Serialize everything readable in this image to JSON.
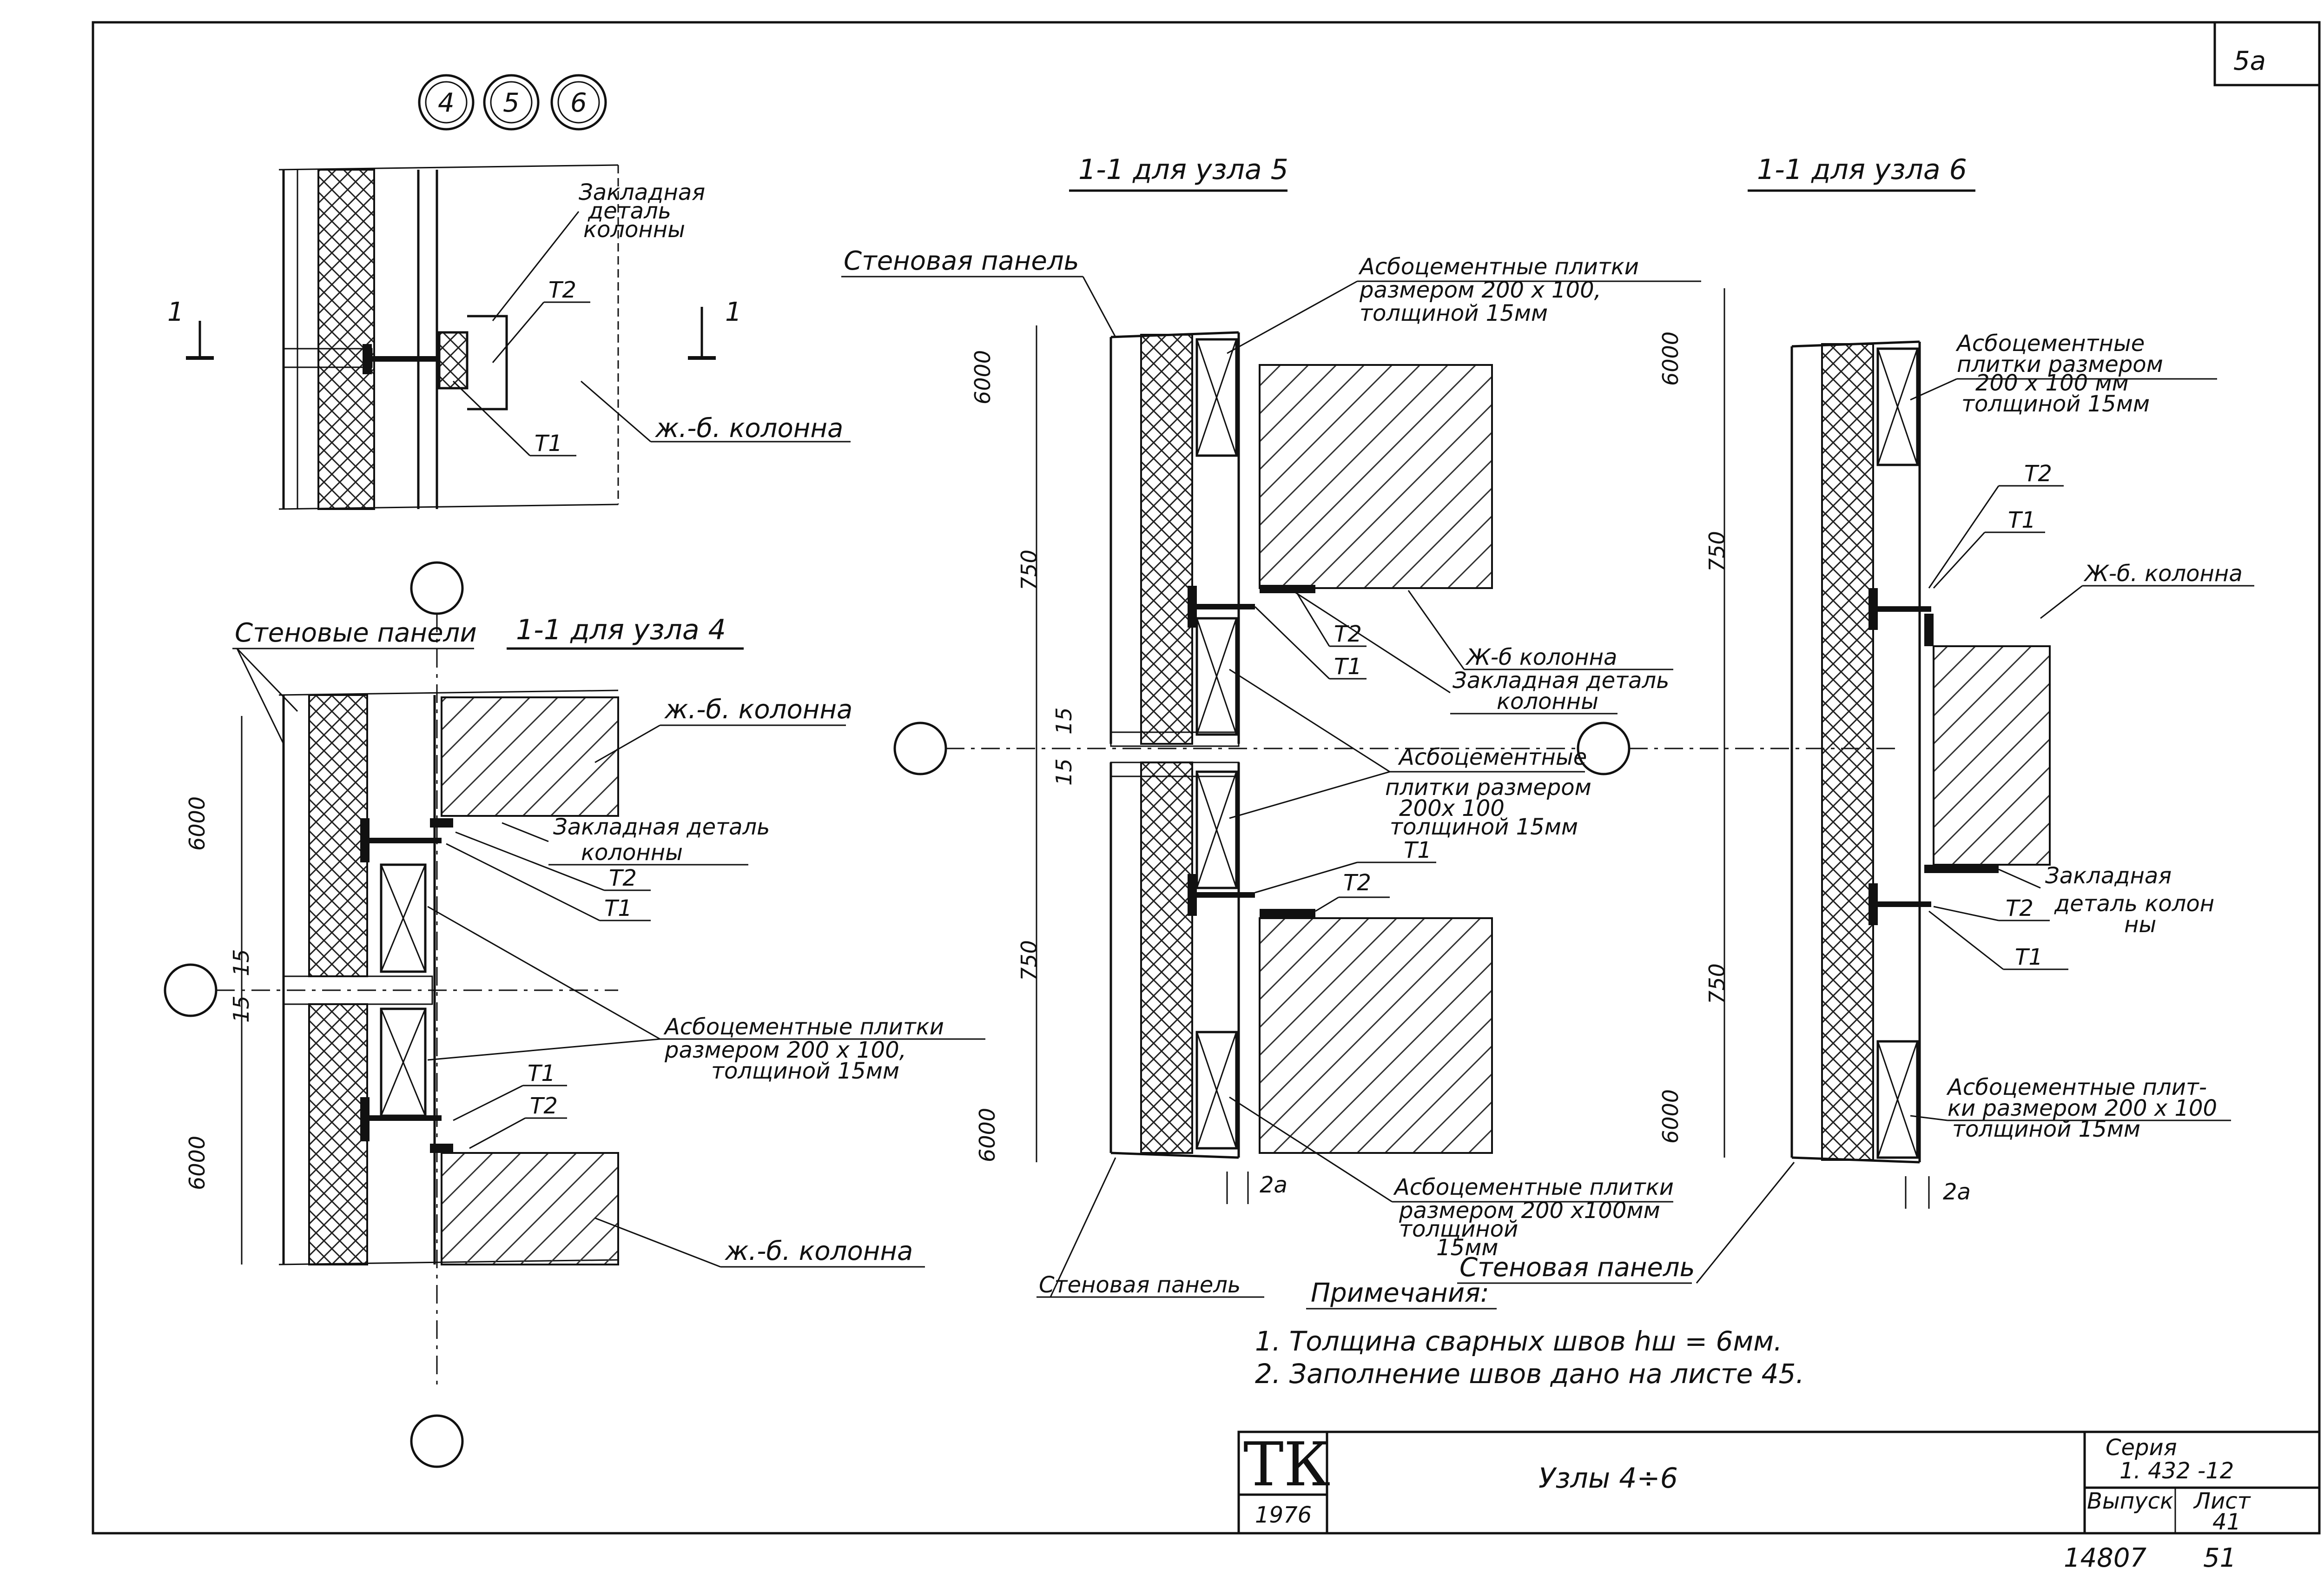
{
  "sheet": {
    "sheet_label": "5а",
    "stamp": "ТК",
    "stamp_year": "1976",
    "title_block": "Узлы   4÷6",
    "series_label": "Серия",
    "series_value": "1. 432 -12",
    "issue_label": "Выпуск",
    "sheet_word": "Лист",
    "sheet_number": "41",
    "bottom_number": "14807",
    "bottom_page": "51"
  },
  "node_markers": [
    "4",
    "5",
    "6"
  ],
  "detail_top": {
    "section_mark": "1",
    "embedded_part_label_1": "Закладная",
    "embedded_part_label_2": "деталь",
    "embedded_part_label_3": "колонны",
    "t2": "Т2",
    "t1": "Т1",
    "column_label": "ж.-б. колонна"
  },
  "detail_node4": {
    "title": "1-1 для узла 4",
    "wall_panels_label": "Стеновые панели",
    "column_top_label": "ж.-б. колонна",
    "embedded_label_1": "Закладная деталь",
    "embedded_label_2": "колонны",
    "t2_upper": "Т2",
    "t1_upper": "Т1",
    "tiles_label_1": "Асбоцементные плитки",
    "tiles_label_2": "размером  200 x 100,",
    "tiles_label_3": "толщиной 15мм",
    "t1_lower": "Т1",
    "t2_lower": "Т2",
    "column_bottom_label": "ж.-б. колонна",
    "dims": [
      "6000",
      "15",
      "15",
      "6000"
    ]
  },
  "detail_node5": {
    "title": "1-1 для узла 5",
    "wall_panel_top": "Стеновая панель",
    "tiles_top_1": "Асбоцементные плитки",
    "tiles_top_2": "размером  200 x 100,",
    "tiles_top_3": "толщиной 15мм",
    "t2_upper": "Т2",
    "t1_upper": "Т1",
    "column_label": "Ж-б колонна",
    "embedded_label_1": "Закладная деталь",
    "embedded_label_2": "колонны",
    "tiles_mid_1": "Асбоцементные",
    "tiles_mid_2": "плитки размером",
    "tiles_mid_3": "200x 100",
    "tiles_mid_4": "толщиной 15мм",
    "t1_lower": "Т1",
    "t2_lower": "Т2",
    "tiles_bot_1": "Асбоцементные плитки",
    "tiles_bot_2": "размером  200 x100мм",
    "tiles_bot_3": "толщиной",
    "tiles_bot_4": "15мм",
    "wall_panel_bottom_right": "Стеновая панель",
    "wall_panel_bottom_left": "Стеновая панель",
    "gap": "2а",
    "dims": [
      "6000",
      "750",
      "15",
      "15",
      "750",
      "6000"
    ]
  },
  "detail_node6": {
    "title": "1-1 для узла 6",
    "tiles_top_1": "Асбоцементные",
    "tiles_top_2": "плитки размером",
    "tiles_top_3": "200 x 100 мм",
    "tiles_top_4": "толщиной  15мм",
    "t2_upper": "Т2",
    "t1_upper": "Т1",
    "column_label": "Ж-б. колонна",
    "embedded_label_1": "Закладная",
    "embedded_label_2": "деталь колон",
    "embedded_label_3": "ны",
    "t2_lower": "Т2",
    "t1_lower": "Т1",
    "tiles_bot_1": "Асбоцементные плит-",
    "tiles_bot_2": "ки размером 200 x 100",
    "tiles_bot_3": "толщиной  15мм",
    "gap": "2а",
    "dims": [
      "6000",
      "750",
      "750",
      "6000"
    ]
  },
  "notes": {
    "heading": "Примечания:",
    "items": [
      "1. Толщина сварных швов  hш = 6мм.",
      "2. Заполнение швов дано на листе 45."
    ]
  }
}
